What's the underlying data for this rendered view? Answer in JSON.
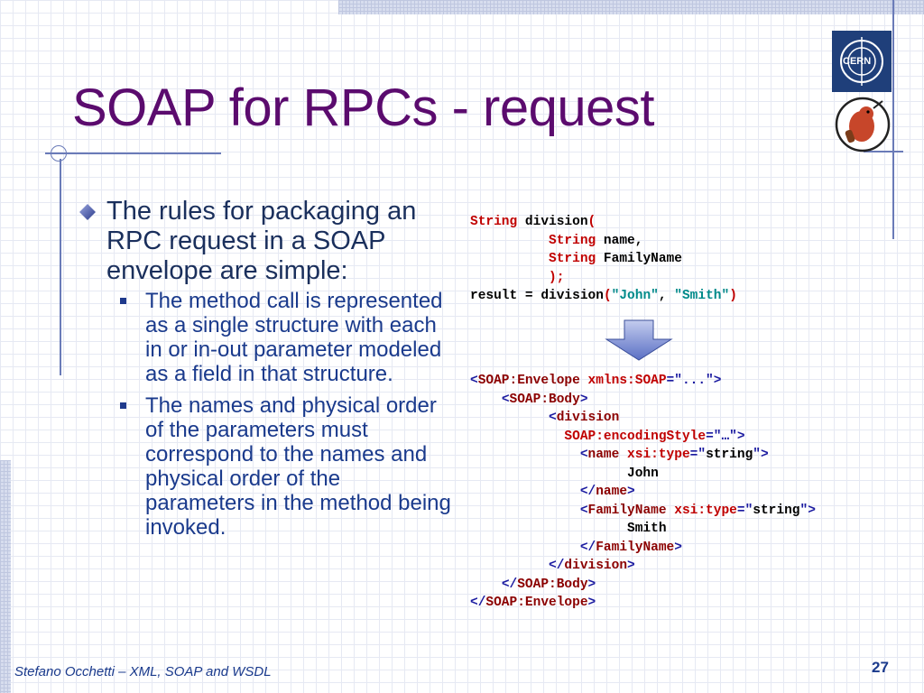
{
  "slide": {
    "title": "SOAP for RPCs - request",
    "bullet_main": "The rules for packaging an RPC request in a SOAP envelope are simple:",
    "sub_bullets": [
      "The method call is represented as a single structure with each in or in-out parameter modeled as a field in that structure.",
      "The names and physical order of the parameters must correspond to the names and physical order of the parameters in the method being invoked."
    ],
    "footer_author": "Stefano Occhetti – XML, SOAP and WSDL",
    "page_number": "27"
  },
  "code_signature": {
    "l1_type": "String",
    "l1_name": " division",
    "l1_paren": "(",
    "l2_indent": "          ",
    "l2_type": "String",
    "l2_name": " name,",
    "l3_indent": "          ",
    "l3_type": "String",
    "l3_name": " FamilyName",
    "l4_indent": "          ",
    "l4_close": ");",
    "l5_prefix": "result = division",
    "l5_open": "(",
    "l5_arg1": "\"John\"",
    "l5_comma": ", ",
    "l5_arg2": "\"Smith\"",
    "l5_close": ")"
  },
  "code_xml": {
    "x1_open": "<",
    "x1_tag": "SOAP:Envelope",
    "x1_attr": " xmlns:SOAP",
    "x1_eq": "=\"...\">",
    "x2_indent": "    ",
    "x2_open": "<",
    "x2_tag": "SOAP:Body",
    "x2_close": ">",
    "x3_indent": "          ",
    "x3_open": "<",
    "x3_tag": "division",
    "x4_indent": "            ",
    "x4_attr": "SOAP:encodingStyle",
    "x4_eq": "=\"…\">",
    "x5_indent": "              ",
    "x5_open": "<",
    "x5_tag": "name",
    "x5_attr": " xsi:type",
    "x5_eq": "=\"",
    "x5_val": "string",
    "x5_end": "\">",
    "x6_text": "                    John",
    "x7_indent": "              ",
    "x7_open": "</",
    "x7_tag": "name",
    "x7_close": ">",
    "x8_indent": "              ",
    "x8_open": "<",
    "x8_tag": "FamilyName",
    "x8_attr": " xsi:type",
    "x8_eq": "=\"",
    "x8_val": "string",
    "x8_end": "\">",
    "x9_text": "                    Smith",
    "x10_indent": "              ",
    "x10_open": "</",
    "x10_tag": "FamilyName",
    "x10_close": ">",
    "x11_indent": "          ",
    "x11_open": "</",
    "x11_tag": "division",
    "x11_close": ">",
    "x12_indent": "    ",
    "x12_open": "</",
    "x12_tag": "SOAP:Body",
    "x12_close": ">",
    "x13_open": "</",
    "x13_tag": "SOAP:Envelope",
    "x13_close": ">"
  },
  "logos": {
    "cern_text": "CERN"
  },
  "colors": {
    "title": "#5b0b6e",
    "body": "#1a2f5c",
    "keyword": "#c00000",
    "string": "#008a8a",
    "rule": "#6a7bb8"
  }
}
